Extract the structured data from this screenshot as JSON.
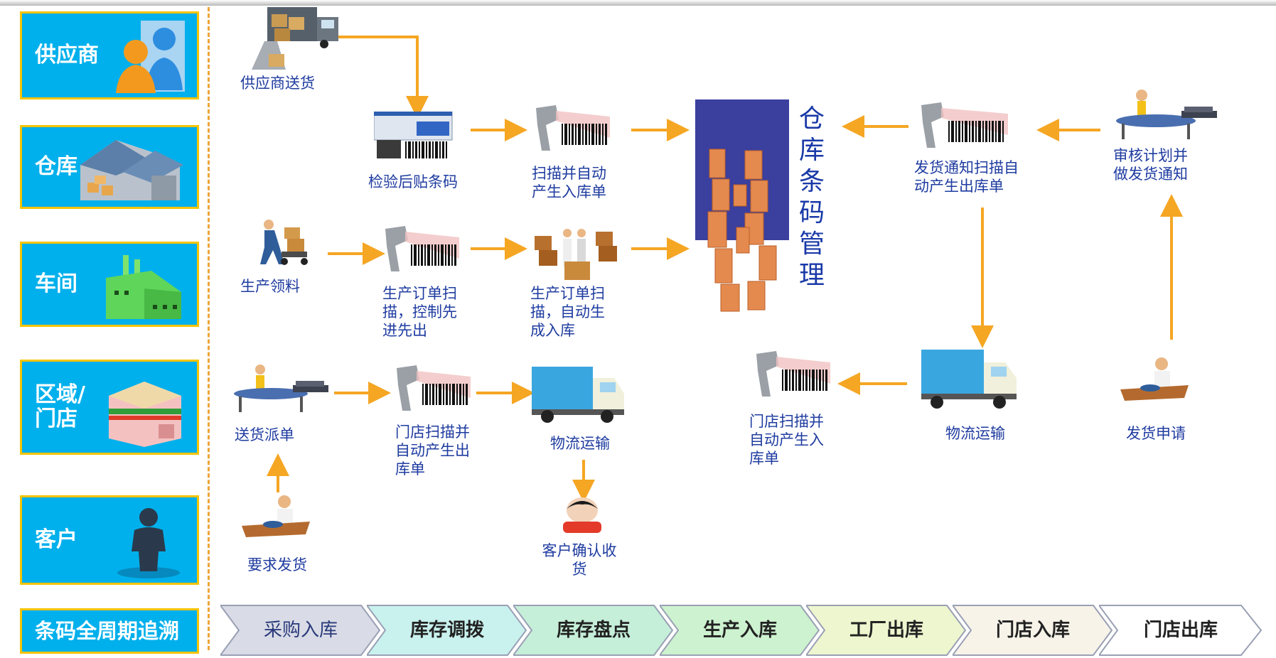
{
  "categories": [
    {
      "label": "供应商",
      "icon": "supplier-people-icon"
    },
    {
      "label": "仓库",
      "icon": "warehouse-icon"
    },
    {
      "label": "车间",
      "icon": "factory-icon"
    },
    {
      "label": "区域/\n门店",
      "icon": "store-icon"
    },
    {
      "label": "客户",
      "icon": "customer-icon"
    },
    {
      "label": "条码全周期追溯",
      "icon": ""
    }
  ],
  "steps": {
    "supplier_delivery": "供应商送货",
    "label_after_inspection": "检验后贴条码",
    "scan_auto_inbound": "扫描并自动\n产生入库单",
    "production_picking": "生产领料",
    "production_order_scan_fifo": "生产订单扫\n描，控制先\n进先出",
    "production_order_scan_inbound": "生产订单扫\n描，自动生\n成入库",
    "delivery_dispatch": "送货派单",
    "store_scan_outbound": "门店扫描并\n自动产生出\n库单",
    "logistics_left": "物流运输",
    "customer_confirm": "客户确认收\n货",
    "request_delivery": "要求发货",
    "warehouse_title": "仓\n库\n条\n码\n管\n理",
    "ship_notice_scan": "发货通知扫描自\n动产生出库单",
    "review_plan": "审核计划并\n做发货通知",
    "logistics_right": "物流运输",
    "store_scan_inbound": "门店扫描并\n自动产生入\n库单",
    "delivery_application": "发货申请"
  },
  "stages": [
    "采购入库",
    "库存调拨",
    "库存盘点",
    "生产入库",
    "工厂出库",
    "门店入库",
    "门店出库"
  ],
  "colors": {
    "accent": "#f5a623",
    "category_bg": "#00b0ec",
    "category_border": "#f5c400",
    "text": "#1f3ca0"
  }
}
